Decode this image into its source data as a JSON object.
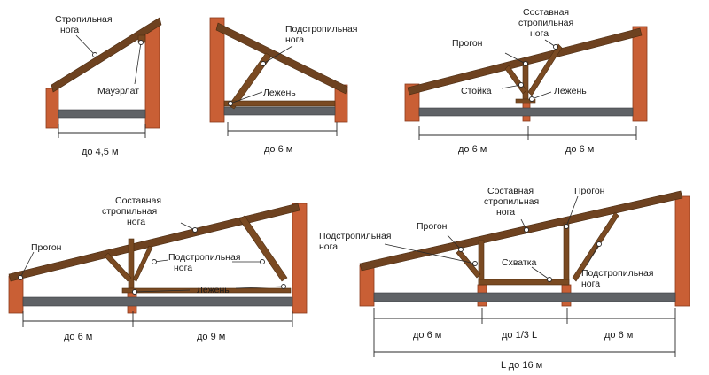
{
  "diagrams": [
    {
      "labels": {
        "rafter": "Стропильная\nнога",
        "mauerlat": "Мауэрлат"
      },
      "dimensions": [
        "до 4,5 м"
      ]
    },
    {
      "labels": {
        "sub_rafter": "Подстропильная\nнога",
        "bed": "Лежень"
      },
      "dimensions": [
        "до 6 м"
      ]
    },
    {
      "labels": {
        "composite": "Составная\nстропильная\nнога",
        "purlin": "Прогон",
        "post": "Стойка",
        "bed": "Лежень"
      },
      "dimensions": [
        "до 6 м",
        "до 6 м"
      ]
    },
    {
      "labels": {
        "composite": "Составная\nстропильная\nнога",
        "purlin": "Прогон",
        "sub_rafter": "Подстропильная\nнога",
        "bed": "Лежень"
      },
      "dimensions": [
        "до 6 м",
        "до 9 м"
      ]
    },
    {
      "labels": {
        "composite": "Составная\nстропильная\nнога",
        "purlin_left": "Прогон",
        "purlin_right": "Прогон",
        "sub_rafter_left": "Подстропильная\nнога",
        "sub_rafter_right": "Подстропильная\nнога",
        "tie": "Схватка"
      },
      "dimensions": [
        "до 6 м",
        "до 1/3 L",
        "до 6 м",
        "L до 16 м"
      ]
    }
  ]
}
